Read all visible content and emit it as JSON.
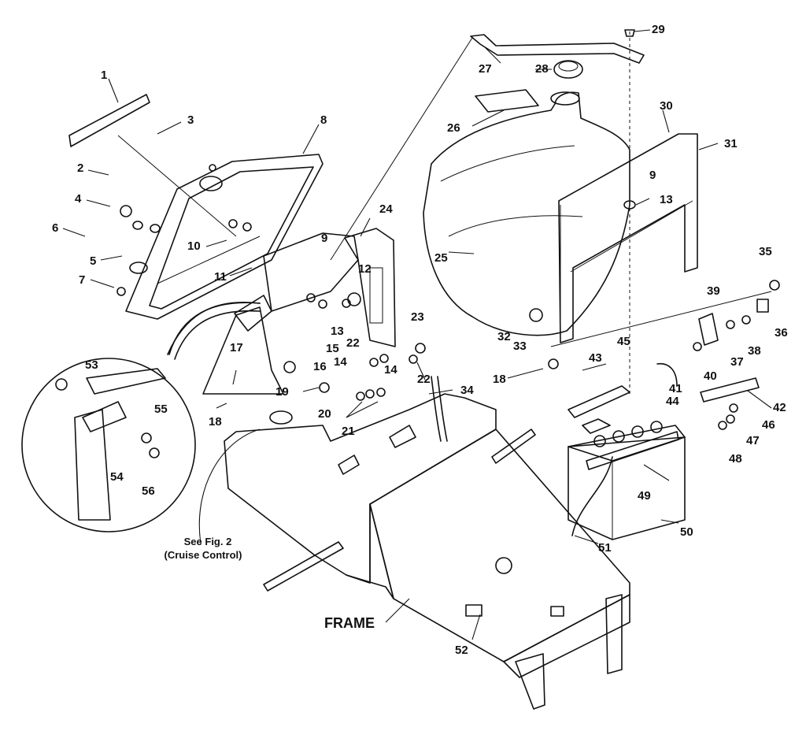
{
  "parts": {
    "p1": "1",
    "p2": "2",
    "p3": "3",
    "p4": "4",
    "p5": "5",
    "p6": "6",
    "p7": "7",
    "p8": "8",
    "p9a": "9",
    "p9b": "9",
    "p10": "10",
    "p11": "11",
    "p12": "12",
    "p13a": "13",
    "p13b": "13",
    "p14a": "14",
    "p14b": "14",
    "p15": "15",
    "p16": "16",
    "p17": "17",
    "p18a": "18",
    "p18b": "18",
    "p19": "19",
    "p20": "20",
    "p21": "21",
    "p22a": "22",
    "p22b": "22",
    "p23": "23",
    "p24": "24",
    "p25": "25",
    "p26": "26",
    "p27": "27",
    "p28": "28",
    "p29": "29",
    "p30": "30",
    "p31": "31",
    "p32": "32",
    "p33": "33",
    "p34": "34",
    "p35": "35",
    "p36": "36",
    "p37": "37",
    "p38": "38",
    "p39": "39",
    "p40": "40",
    "p41": "41",
    "p42": "42",
    "p43": "43",
    "p44": "44",
    "p45": "45",
    "p46": "46",
    "p47": "47",
    "p48": "48",
    "p49": "49",
    "p50": "50",
    "p51": "51",
    "p52": "52",
    "p53": "53",
    "p54": "54",
    "p55": "55",
    "p56": "56"
  },
  "captions": {
    "frame": "FRAME",
    "see_fig_line1": "See Fig. 2",
    "see_fig_line2": "(Cruise Control)"
  }
}
